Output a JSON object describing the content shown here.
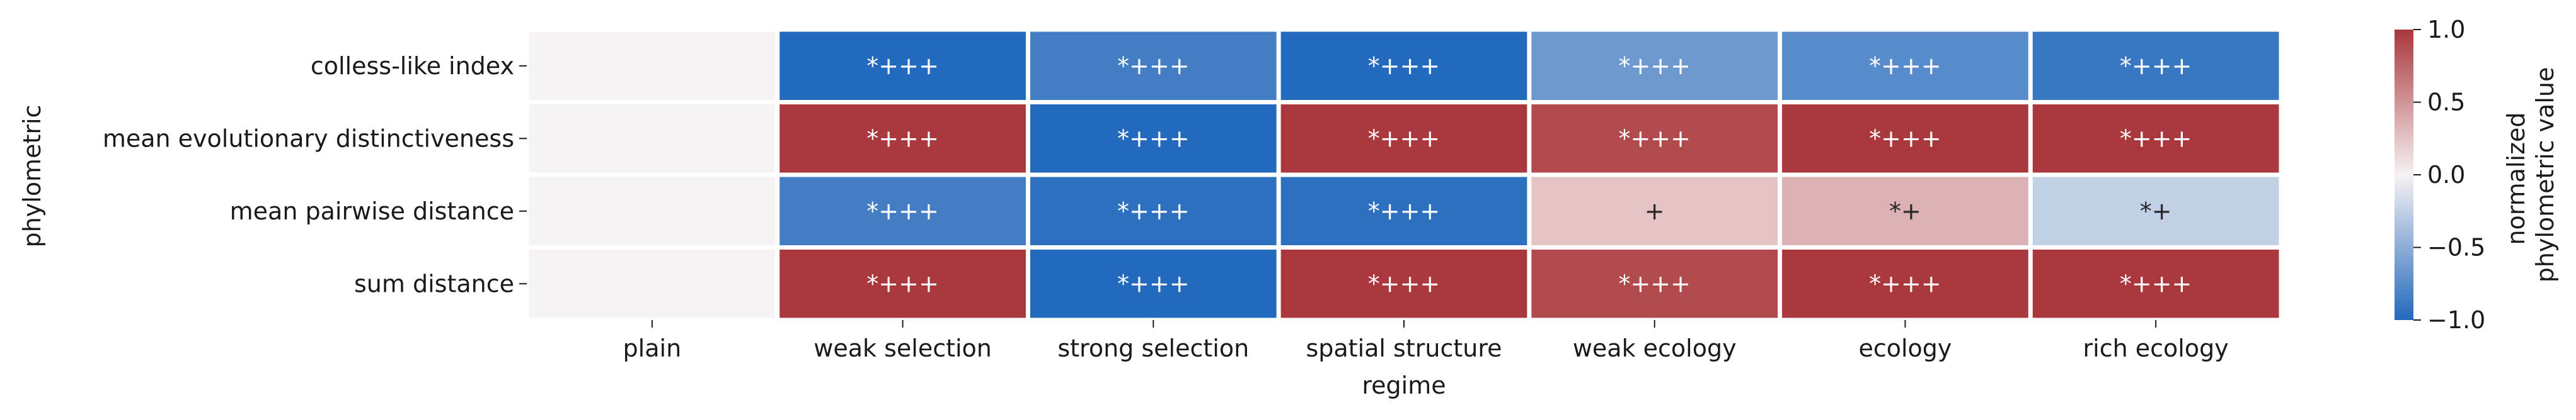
{
  "chart_data": {
    "type": "heatmap",
    "xlabel": "regime",
    "ylabel": "phylometric",
    "x_categories": [
      "plain",
      "weak selection",
      "strong selection",
      "spatial structure",
      "weak ecology",
      "ecology",
      "rich ecology"
    ],
    "y_categories": [
      "colless-like index",
      "mean evolutionary distinctiveness",
      "mean pairwise distance",
      "sum distance"
    ],
    "values": [
      [
        0.0,
        -1.0,
        -0.85,
        -1.0,
        -0.65,
        -0.75,
        -0.9
      ],
      [
        0.0,
        1.0,
        -1.0,
        1.0,
        0.9,
        1.0,
        1.0
      ],
      [
        0.0,
        -0.85,
        -0.95,
        -0.95,
        0.25,
        0.35,
        -0.25
      ],
      [
        0.0,
        1.0,
        -1.0,
        1.0,
        0.9,
        1.0,
        1.0
      ]
    ],
    "annotations": [
      [
        "",
        "*+++",
        "*+++",
        "*+++",
        "*+++",
        "*+++",
        "*+++"
      ],
      [
        "",
        "*+++",
        "*+++",
        "*+++",
        "*+++",
        "*+++",
        "*+++"
      ],
      [
        "",
        "*+++",
        "*+++",
        "*+++",
        "+",
        "*+",
        "*+"
      ],
      [
        "",
        "*+++",
        "*+++",
        "*+++",
        "*+++",
        "*+++",
        "*+++"
      ]
    ],
    "colorbar": {
      "label_lines": [
        "normalized",
        "phylometric value"
      ],
      "range": [
        -1.0,
        1.0
      ],
      "ticks": [
        -1.0,
        -0.5,
        0.0,
        0.5,
        1.0
      ],
      "tick_labels": [
        "−1.0",
        "−0.5",
        "0.0",
        "0.5",
        "1.0"
      ],
      "colormap": "vlag",
      "colors": {
        "low": "#2369bd",
        "mid": "#f7f2f3",
        "high": "#a9373b"
      }
    }
  }
}
